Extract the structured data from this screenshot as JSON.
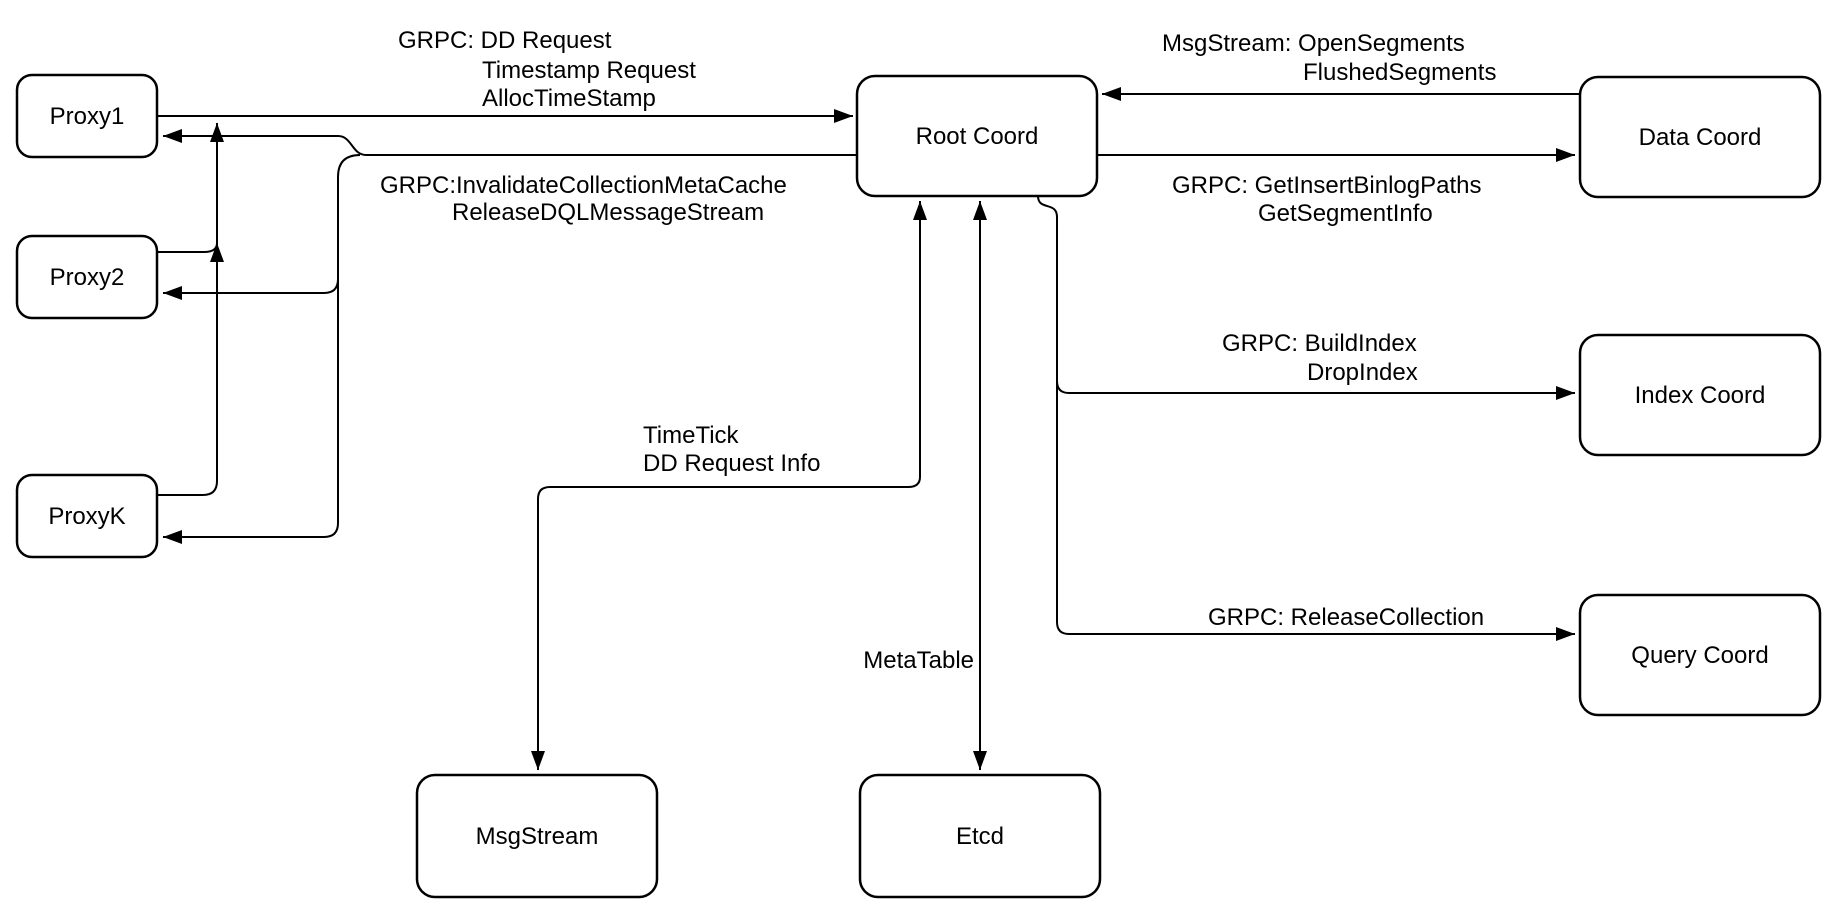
{
  "diagram": {
    "nodes": {
      "proxy1": {
        "label": "Proxy1"
      },
      "proxy2": {
        "label": "Proxy2"
      },
      "proxyk": {
        "label": "ProxyK"
      },
      "root_coord": {
        "label": "Root Coord"
      },
      "data_coord": {
        "label": "Data Coord"
      },
      "index_coord": {
        "label": "Index Coord"
      },
      "query_coord": {
        "label": "Query Coord"
      },
      "msg_stream": {
        "label": "MsgStream"
      },
      "etcd": {
        "label": "Etcd"
      }
    },
    "edges": {
      "proxies_to_root": {
        "label_lines": [
          "GRPC: DD Request",
          "Timestamp Request",
          "AllocTimeStamp"
        ]
      },
      "root_to_proxies": {
        "label_lines": [
          "GRPC:InvalidateCollectionMetaCache",
          "ReleaseDQLMessageStream"
        ]
      },
      "data_to_root": {
        "label_lines": [
          "MsgStream: OpenSegments",
          "FlushedSegments"
        ]
      },
      "root_to_data": {
        "label_lines": [
          "GRPC: GetInsertBinlogPaths",
          "GetSegmentInfo"
        ]
      },
      "root_to_index": {
        "label_lines": [
          "GRPC: BuildIndex",
          "DropIndex"
        ]
      },
      "root_to_query": {
        "label_lines": [
          "GRPC: ReleaseCollection"
        ]
      },
      "root_to_msgstream": {
        "label_lines": [
          "TimeTick",
          "DD Request Info"
        ]
      },
      "root_to_etcd": {
        "label_lines": [
          "MetaTable"
        ]
      }
    },
    "colors": {
      "background": "#ffffff",
      "node_fill": "#ffffff",
      "stroke": "#000000",
      "text": "#000000"
    }
  }
}
